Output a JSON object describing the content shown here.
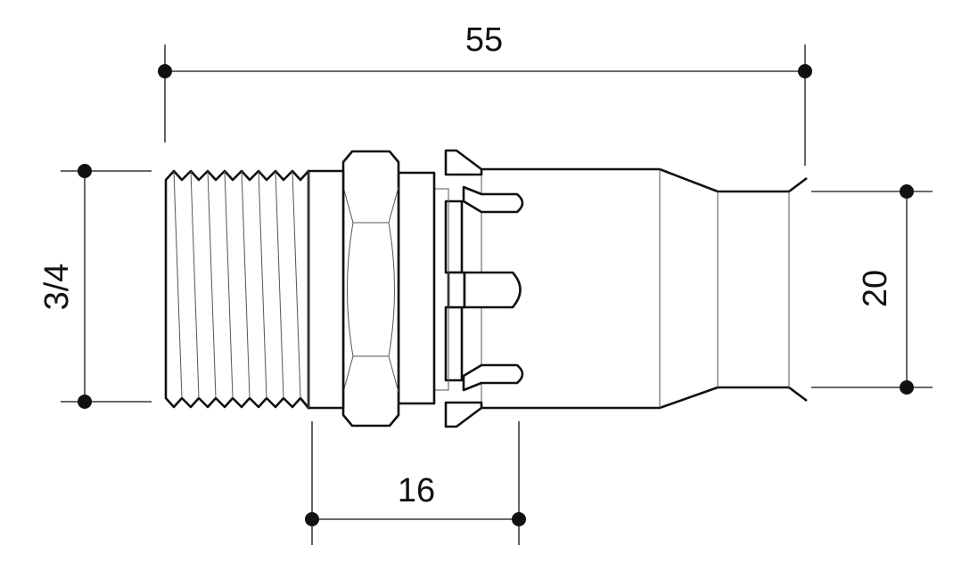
{
  "dimensions": {
    "overall_length": "55",
    "thread_size": "3/4",
    "pipe_diameter": "20",
    "insertion_depth": "16"
  },
  "colors": {
    "line": "#111111",
    "background": "#ffffff"
  }
}
